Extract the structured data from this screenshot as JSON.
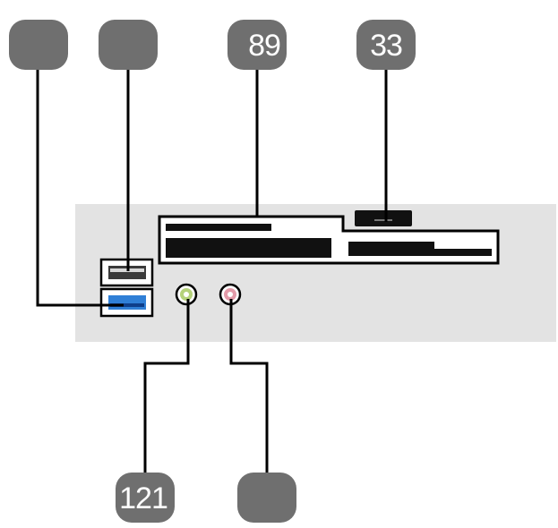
{
  "callouts": [
    {
      "id": "usb-3-port",
      "label": ""
    },
    {
      "id": "usb-2-port",
      "label": ""
    },
    {
      "id": "card-reader",
      "label": "89"
    },
    {
      "id": "optical-drive-slot",
      "label": "33"
    },
    {
      "id": "headphone-jack",
      "label": "121"
    },
    {
      "id": "microphone-jack",
      "label": ""
    }
  ],
  "colors": {
    "badge": "#6f6f6f",
    "panel": "#e3e3e3",
    "line": "#000000",
    "usb3_port": "#2f7fd6",
    "headphone_jack": "#b5d27a",
    "microphone_jack": "#e39aa8"
  }
}
